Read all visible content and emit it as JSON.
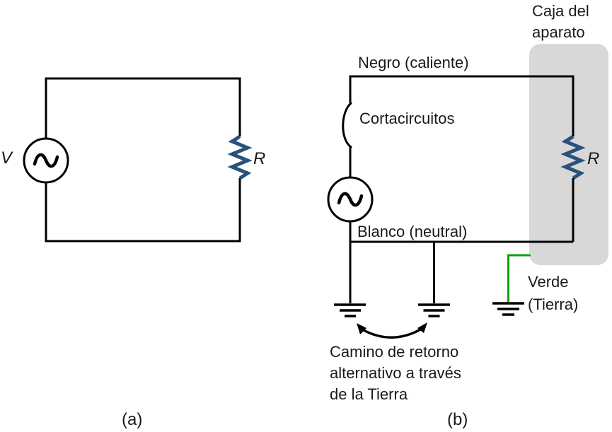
{
  "colors": {
    "wire": "#000000",
    "resistor_blue": "#29527a",
    "ground_green": "#0ba50b",
    "case_gray": "#d8d8d8",
    "text": "#1a1a1a"
  },
  "panel_a": {
    "caption": "(a)",
    "voltage_label": "V",
    "resistor_label": "R"
  },
  "panel_b": {
    "caption": "(b)",
    "case_label": "Caja del\naparato",
    "hot_label": "Negro (caliente)",
    "breaker_label": "Cortacircuitos",
    "neutral_label": "Blanco (neutral)",
    "green_label": "Verde\n(Tierra)",
    "return_label": "Camino de retorno\nalternativo a través\nde la Tierra",
    "resistor_label": "R"
  }
}
